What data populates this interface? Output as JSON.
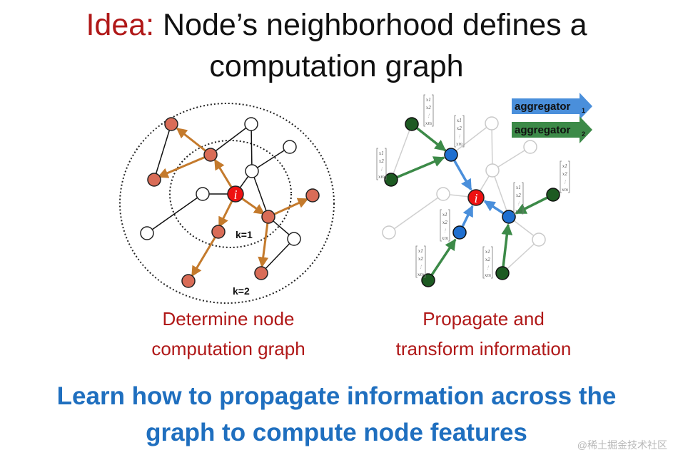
{
  "title": {
    "keyword": "Idea:",
    "line1_rest": " Node’s neighborhood defines a",
    "line2": "computation graph"
  },
  "left_panel": {
    "center_node_label": "i",
    "ring_inner_label": "k=1",
    "ring_outer_label": "k=2",
    "caption_line1": "Determine node",
    "caption_line2": "computation graph",
    "colors": {
      "center": "#ee1111",
      "neighbor": "#d96c57",
      "other": "#ffffff",
      "arrow": "#c47a2c"
    }
  },
  "right_panel": {
    "center_node_label": "i",
    "legend": [
      {
        "label": "aggregator",
        "subscript": "1",
        "color": "#4a8fdb"
      },
      {
        "label": "aggregator",
        "subscript": "2",
        "color": "#3c8a48"
      }
    ],
    "vector_symbols": [
      "x1",
      "x2",
      "⋮",
      "xm"
    ],
    "caption_line1": "Propagate and",
    "caption_line2": "transform information",
    "colors": {
      "center": "#ee1111",
      "hop1": "#1f6fd0",
      "hop2": "#1d5a22",
      "faded": "#cccccc"
    }
  },
  "takeaway": {
    "line1": "Learn how to propagate information across the",
    "line2": "graph to compute node features"
  },
  "watermark": "@稀土掘金技术社区"
}
